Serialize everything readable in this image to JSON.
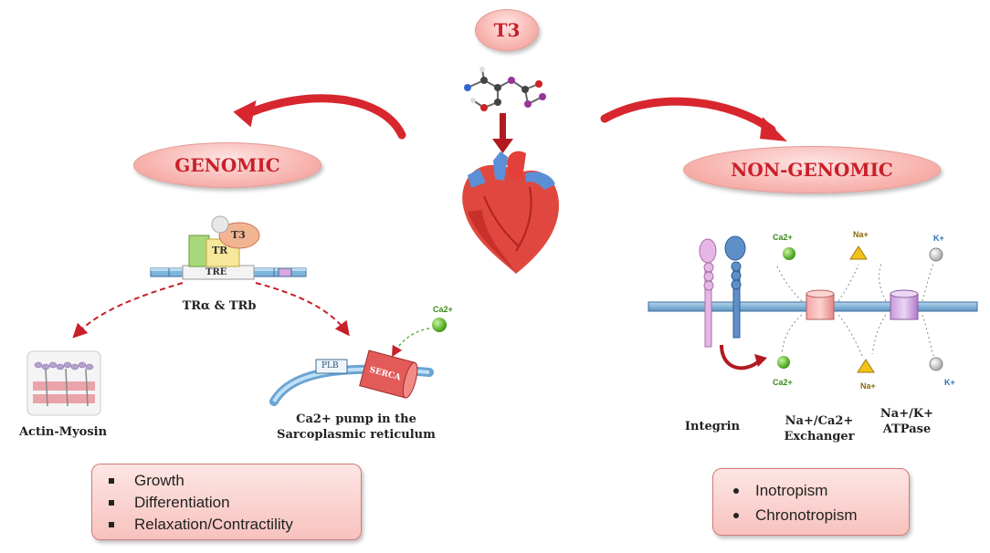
{
  "header": {
    "title": "T3"
  },
  "genomic": {
    "title": "GENOMIC",
    "complex": {
      "tr": "TR",
      "t3": "T3",
      "tre": "TRE"
    },
    "receptors_label": "TRα & TRb",
    "actin_label": "Actin-Myosin",
    "serca": {
      "plb": "PLB",
      "serca": "SERCA",
      "ion": "Ca2+"
    },
    "pump_label_line1": "Ca2+ pump in the",
    "pump_label_line2": "Sarcoplasmic reticulum",
    "effects": [
      "Growth",
      "Differentiation",
      "Relaxation/Contractility"
    ]
  },
  "non_genomic": {
    "title": "NON-GENOMIC",
    "ions": {
      "ca_top": "Ca2+",
      "na_top": "Na+",
      "k_top": "K+",
      "ca_bottom": "Ca2+",
      "na_bottom": "Na+",
      "k_bottom": "K+"
    },
    "integrin_label": "Integrin",
    "exchanger_line1": "Na+/Ca2+",
    "exchanger_line2": "Exchanger",
    "atpase_line1": "Na+/K+",
    "atpase_line2": "ATPase",
    "effects": [
      "Inotropism",
      "Chronotropism"
    ]
  },
  "colors": {
    "accent_red": "#c8202a",
    "pill_fill": "#f8b5b0",
    "membrane": "#7fb0d6",
    "ca_green": "#5cc02a",
    "na_yellow": "#f2c21a",
    "k_grey": "#e0e0e0"
  }
}
